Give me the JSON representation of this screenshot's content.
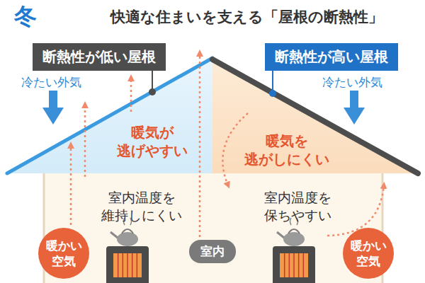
{
  "diagram": {
    "title": "快適な住まいを支える「屋根の断熱性」",
    "nodes": [
      {
        "text": [
          "断熱性が低い屋根"
        ]
      },
      {
        "text": [
          "断熱性が高い屋根"
        ]
      },
      {
        "text": [
          "暖かい 空気"
        ]
      },
      {
        "text": [
          "室内"
        ]
      },
      {
        "text": [
          "暖かい 空気"
        ]
      }
    ],
    "labels": [
      "冬",
      "冷たい外気",
      "暖気が 逃げやすい",
      "室内温度を 維持しにくい",
      "冷たい外気",
      "暖気を 逃がしにくい",
      "室内温度を 保ちやすい"
    ]
  }
}
